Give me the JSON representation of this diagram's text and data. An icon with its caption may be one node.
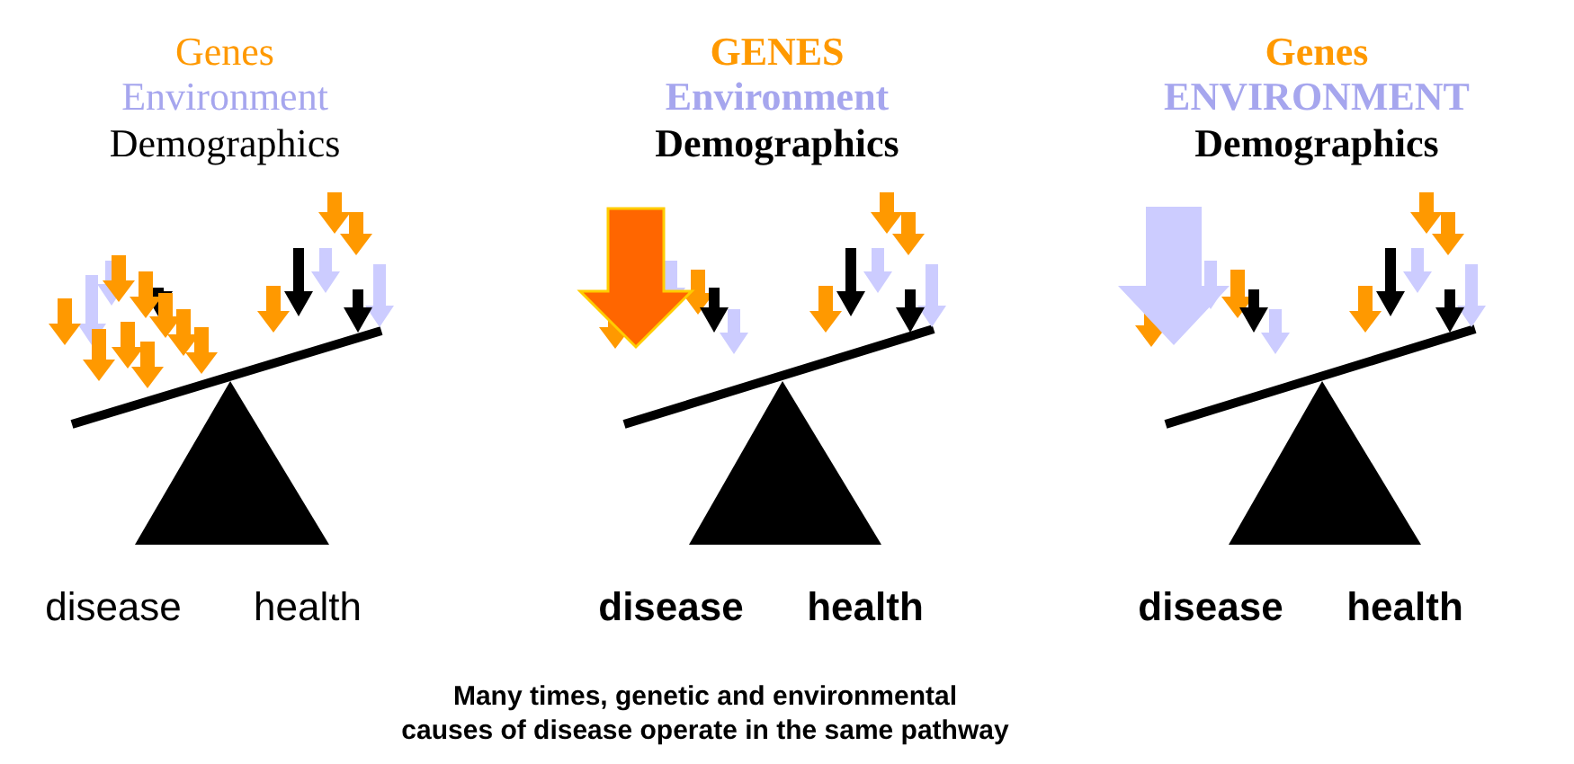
{
  "diagram": {
    "labels": [
      "Genes",
      "Environment",
      "Demographics",
      "disease",
      "health",
      "GENES",
      "Environment",
      "Demographics",
      "disease",
      "health",
      "Genes",
      "ENVIRONMENT",
      "Demographics",
      "disease",
      "health"
    ],
    "caption": "Many times, genetic and environmental causes of disease operate in the same pathway"
  }
}
